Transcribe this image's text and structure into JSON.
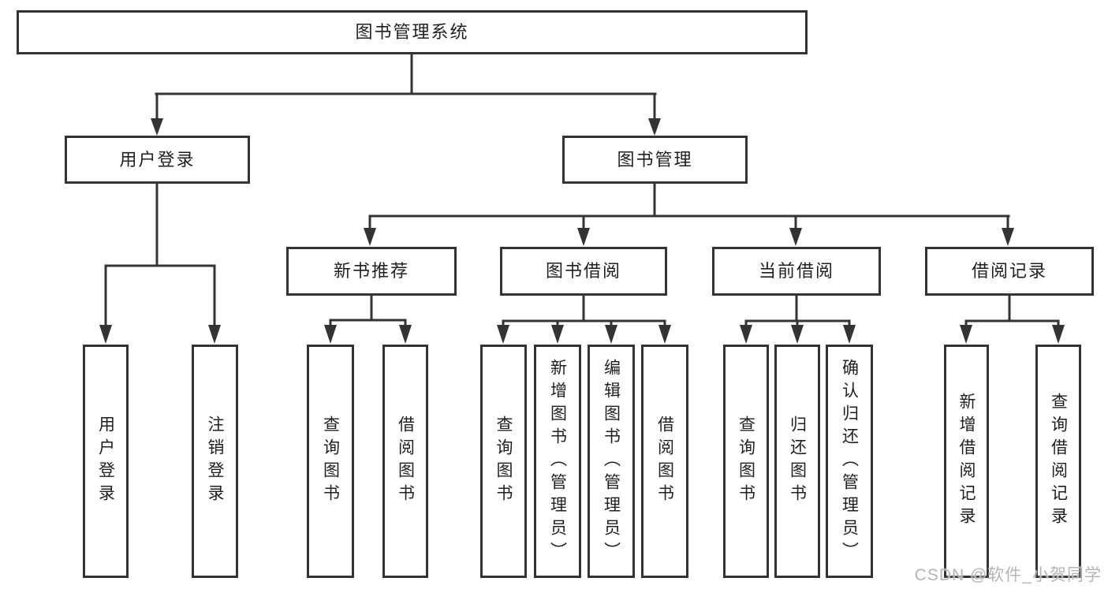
{
  "diagram": {
    "title": "图书管理系统",
    "watermark": "CSDN @软件_小贺同学",
    "colors": {
      "line": "#333333",
      "text": "#1f1f1f",
      "background": "#ffffff",
      "watermark": "#b5b5b5"
    },
    "nodes": {
      "root": "图书管理系统",
      "user_login": "用户登录",
      "book_mgmt": "图书管理",
      "new_book_rec": "新书推荐",
      "book_borrow": "图书借阅",
      "current_borrow": "当前借阅",
      "borrow_records": "借阅记录",
      "leaf_user_login": "用户登录",
      "leaf_logout": "注销登录",
      "rec_query_books": "查询图书",
      "rec_borrow_books": "借阅图书",
      "bb_query_books": "查询图书",
      "bb_add_books": "新增图书（管理员）",
      "bb_edit_books": "编辑图书（管理员）",
      "bb_borrow_books": "借阅图书",
      "cb_query_books": "查询图书",
      "cb_return_books": "归还图书",
      "cb_confirm_return": "确认归还（管理员）",
      "br_add_record": "新增借阅记录",
      "br_query_record": "查询借阅记录"
    },
    "structure": {
      "root": "图书管理系统",
      "children": [
        {
          "label": "用户登录",
          "children": [
            "用户登录",
            "注销登录"
          ]
        },
        {
          "label": "图书管理",
          "children": [
            {
              "label": "新书推荐",
              "children": [
                "查询图书",
                "借阅图书"
              ]
            },
            {
              "label": "图书借阅",
              "children": [
                "查询图书",
                "新增图书（管理员）",
                "编辑图书（管理员）",
                "借阅图书"
              ]
            },
            {
              "label": "当前借阅",
              "children": [
                "查询图书",
                "归还图书",
                "确认归还（管理员）"
              ]
            },
            {
              "label": "借阅记录",
              "children": [
                "新增借阅记录",
                "查询借阅记录"
              ]
            }
          ]
        }
      ]
    }
  }
}
